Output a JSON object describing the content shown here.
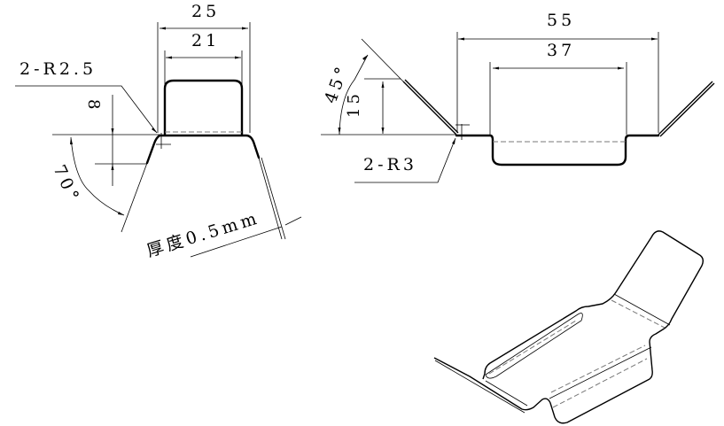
{
  "front_view": {
    "dim_outer_width": "25",
    "dim_inner_width": "21",
    "dim_depth": "8",
    "radius_note": "2-R2.5",
    "angle": "70°",
    "thickness_note": "厚度0.5mm"
  },
  "side_view": {
    "dim_outer_length": "55",
    "dim_inner_length": "37",
    "dim_flange_height": "15",
    "angle": "45°",
    "radius_note": "2-R3"
  }
}
